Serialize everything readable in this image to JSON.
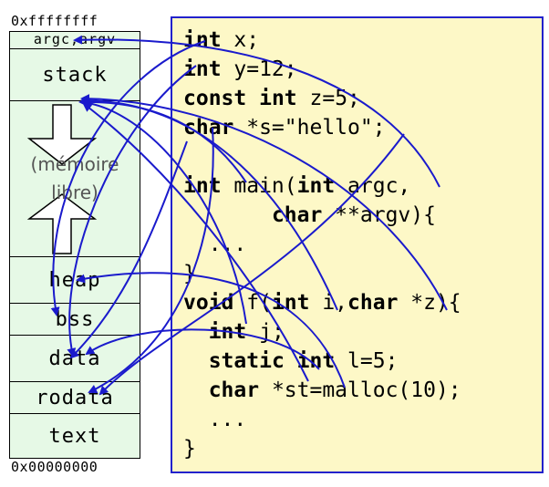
{
  "memory": {
    "top_address": "0xffffffff",
    "bottom_address": "0x00000000",
    "argc_argv": "argc,argv",
    "stack": "stack",
    "free_line1": "(mémoire",
    "free_line2": "libre)",
    "heap": "heap",
    "bss": "bss",
    "data": "data",
    "rodata": "rodata",
    "text": "text"
  },
  "code": {
    "line1": [
      {
        "t": "int",
        "k": true
      },
      {
        "t": " x;"
      }
    ],
    "line2": [
      {
        "t": "int",
        "k": true
      },
      {
        "t": " y=12;"
      }
    ],
    "line3": [
      {
        "t": "const",
        "k": true
      },
      {
        "t": " "
      },
      {
        "t": "int",
        "k": true
      },
      {
        "t": " z=5;"
      }
    ],
    "line4": [
      {
        "t": "char",
        "k": true
      },
      {
        "t": " *s=\"hello\";"
      }
    ],
    "line5": [
      {
        "t": "int",
        "k": true
      },
      {
        "t": " main("
      },
      {
        "t": "int",
        "k": true
      },
      {
        "t": " argc,"
      }
    ],
    "line6": [
      {
        "t": "       "
      },
      {
        "t": "char",
        "k": true
      },
      {
        "t": " **argv){"
      }
    ],
    "line7": [
      {
        "t": "  ..."
      }
    ],
    "line8": [
      {
        "t": "}"
      }
    ],
    "line9": [
      {
        "t": "void",
        "k": true
      },
      {
        "t": " f("
      },
      {
        "t": "int",
        "k": true
      },
      {
        "t": " i,"
      },
      {
        "t": "char",
        "k": true
      },
      {
        "t": " *z){"
      }
    ],
    "line10": [
      {
        "t": "  "
      },
      {
        "t": "int",
        "k": true
      },
      {
        "t": " j;"
      }
    ],
    "line11": [
      {
        "t": "  "
      },
      {
        "t": "static",
        "k": true
      },
      {
        "t": " "
      },
      {
        "t": "int",
        "k": true
      },
      {
        "t": " l=5;"
      }
    ],
    "line12": [
      {
        "t": "  "
      },
      {
        "t": "char",
        "k": true
      },
      {
        "t": " *st=malloc(10);"
      }
    ],
    "line13": [
      {
        "t": "  ..."
      }
    ],
    "line14": [
      {
        "t": "}"
      }
    ]
  },
  "colors": {
    "arrow": "#1a1acc",
    "segment_fill": "#e6f9e6",
    "code_fill": "#fdf8c7",
    "code_border": "#2222cc"
  }
}
